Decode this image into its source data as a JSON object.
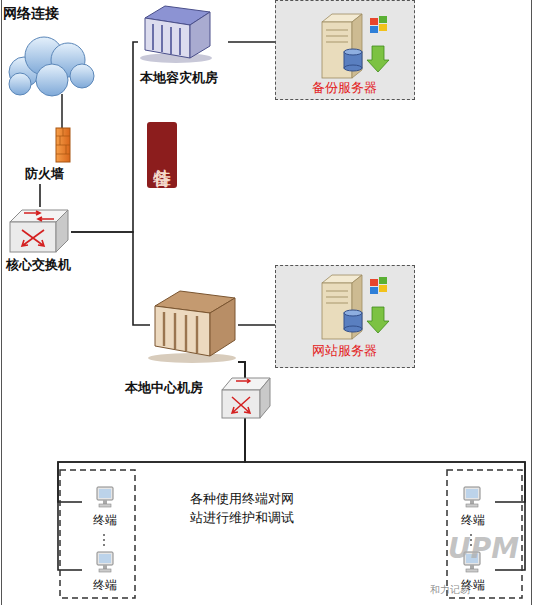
{
  "diagram": {
    "title": "网络连接",
    "nodes": [
      {
        "text": [
          "防火墙"
        ]
      },
      {
        "text": [
          "核心交换机"
        ]
      },
      {
        "text": [
          "本地容灾机房"
        ]
      },
      {
        "text": [
          "备份服务器"
        ]
      },
      {
        "text": [
          "本地中心机房"
        ]
      },
      {
        "text": [
          "网站服务器"
        ]
      },
      {
        "text": [
          "终端"
        ]
      },
      {
        "text": [
          "终端"
        ]
      },
      {
        "text": [
          "终端"
        ]
      },
      {
        "text": [
          "终端"
        ]
      }
    ],
    "edges": [
      {
        "from": 0,
        "to": 1,
        "arrow": "none"
      },
      {
        "from": 1,
        "to": 2,
        "arrow": "none"
      },
      {
        "from": 1,
        "to": 4,
        "arrow": "none"
      },
      {
        "from": 2,
        "to": 3,
        "arrow": "none"
      },
      {
        "from": 4,
        "to": 5,
        "arrow": "none"
      },
      {
        "from": 4,
        "to": 6,
        "arrow": "none"
      },
      {
        "from": 4,
        "to": 7,
        "arrow": "none"
      },
      {
        "from": 4,
        "to": 8,
        "arrow": "none"
      },
      {
        "from": 4,
        "to": 9,
        "arrow": "none"
      }
    ],
    "labels": [
      "备特佳",
      "各种使用终端对网 站进行维护和调试",
      "UPM",
      "和力记易"
    ]
  }
}
